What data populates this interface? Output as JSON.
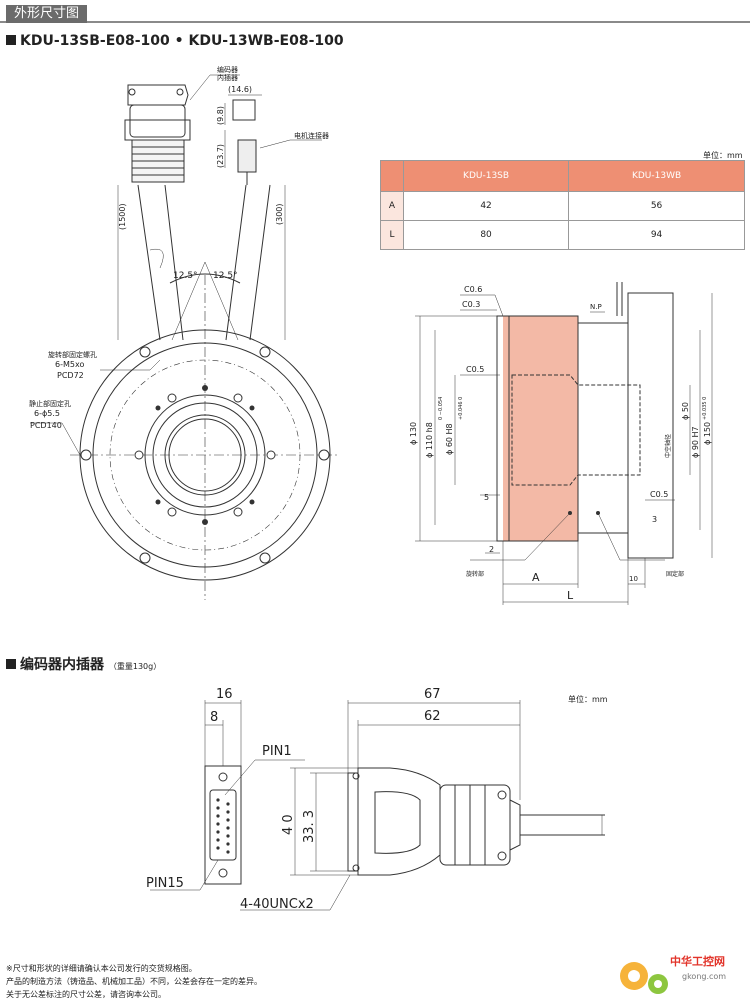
{
  "header": {
    "tab": "外形尺寸图"
  },
  "section1": {
    "title": "KDU-13SB-E08-100 • KDU-13WB-E08-100"
  },
  "unit_label": "单位：mm",
  "unit_label2": "单位：mm",
  "table": {
    "cols": [
      "KDU-13SB",
      "KDU-13WB"
    ],
    "rows": [
      {
        "label": "A",
        "v1": "42",
        "v2": "56"
      },
      {
        "label": "L",
        "v1": "80",
        "v2": "94"
      }
    ]
  },
  "front": {
    "encoder_label": "编码器",
    "encoder_label2": "内插器",
    "motor_connector": "电机连接器",
    "d146": "(14.6)",
    "d98": "(9.8)",
    "d237": "(23.7)",
    "d1500": "(1500)",
    "d300": "(300)",
    "angle_left": "12.5°",
    "angle_right": "12.5°",
    "rot_hole_label": "旋转部固定螺孔",
    "rot_hole_spec": "6-M5xo",
    "rot_pcd": "PCD72",
    "fix_hole_label": "静止部固定孔",
    "fix_hole_spec": "6-ϕ5.5",
    "fix_pcd": "PCD140"
  },
  "side": {
    "c06": "C0.6",
    "c03": "C0.3",
    "c05a": "C0.5",
    "c05b": "C0.5",
    "np": "N.P",
    "d130": "ϕ 130",
    "d110": "ϕ 110 h8",
    "d110tol": "0 −0.054",
    "d60": "ϕ 60 H8",
    "d60tol": "+0.046 0",
    "hollow": "中空轴径",
    "d50": "ϕ 50",
    "d90": "ϕ 90 H7",
    "d90tol": "+0.035 0",
    "d150": "ϕ 150",
    "d5": "5",
    "d2": "2",
    "d3": "3",
    "d10": "10",
    "dimA": "A",
    "dimL": "L",
    "rotating": "旋转部",
    "fixed": "固定部"
  },
  "section2": {
    "title": "编码器内插器",
    "weight": "（重量130g）"
  },
  "encoder": {
    "d16": "16",
    "d8": "8",
    "pin1": "PIN1",
    "pin15": "PIN15",
    "d67": "67",
    "d62": "62",
    "d40": "4 0",
    "d333": "33. 3",
    "screw": "4-40UNCx2"
  },
  "notes": [
    "※尺寸和形状的详细请确认本公司发行的交货规格图。",
    "产品的制造方法（铸造品、机械加工品）不同，公差会存在一定的差异。",
    "关于无公差标注的尺寸公差，请咨询本公司。"
  ],
  "watermark": {
    "title": "中华工控网",
    "site": "gkong.com"
  }
}
